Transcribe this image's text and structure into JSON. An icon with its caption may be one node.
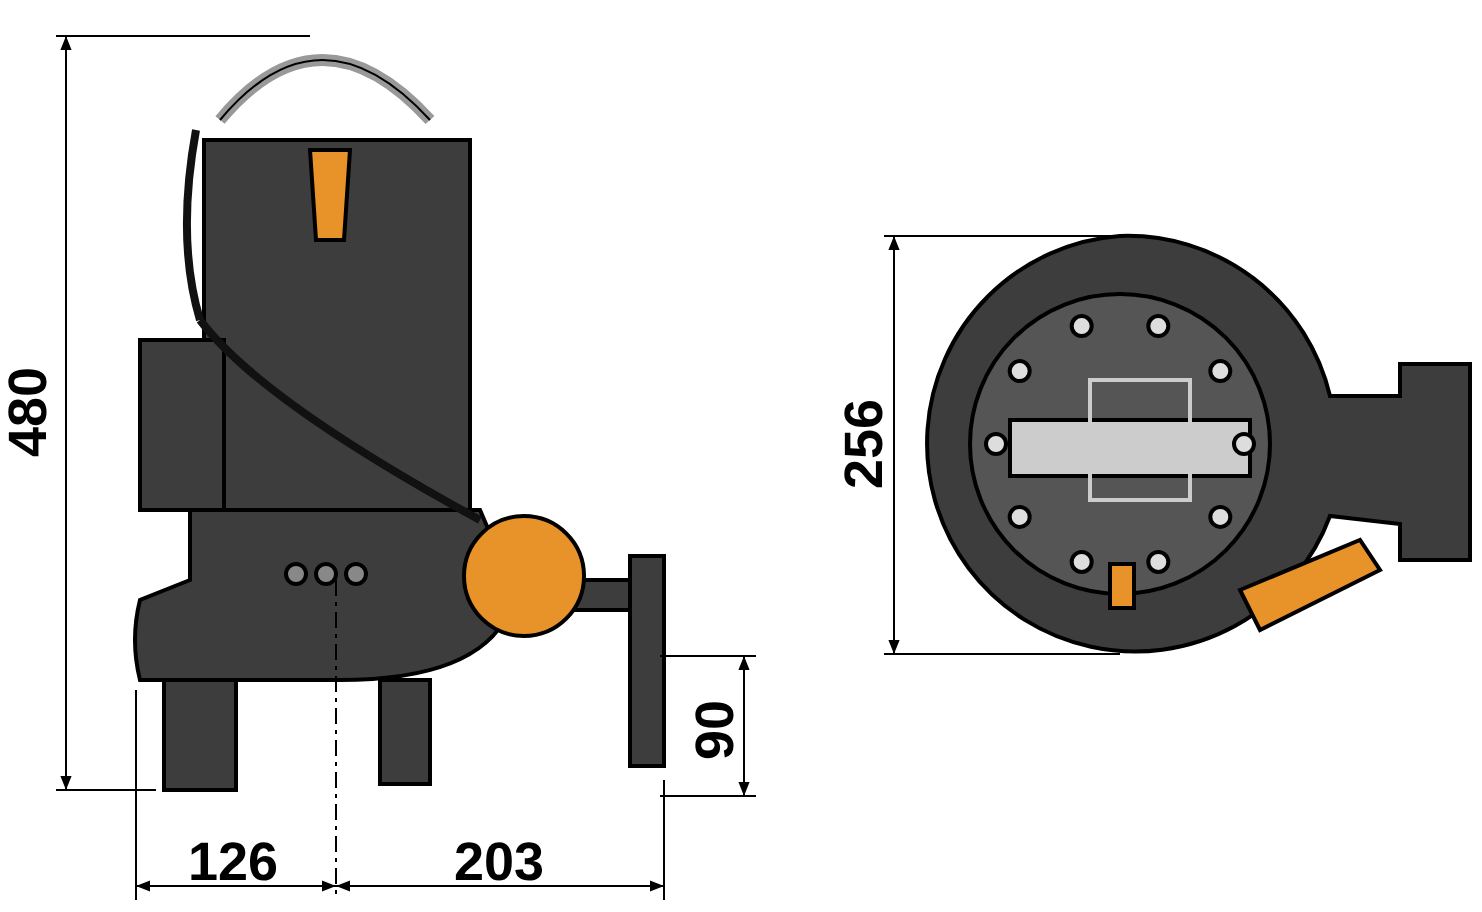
{
  "diagram": {
    "labels": [
      "480",
      "256",
      "90",
      "126",
      "203"
    ]
  }
}
